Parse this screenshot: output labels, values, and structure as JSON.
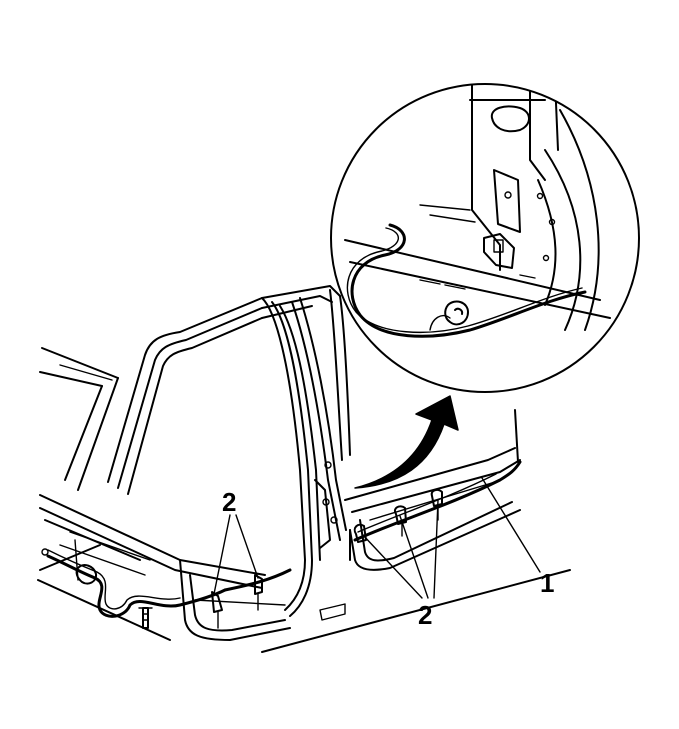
{
  "callouts": {
    "c1": "1",
    "c2_left": "2",
    "c2_right": "2"
  },
  "colors": {
    "line": "#000000",
    "background": "#ffffff"
  },
  "icons": {
    "arrow": "curved-arrow-icon",
    "detail": "magnifier-circle-icon"
  }
}
